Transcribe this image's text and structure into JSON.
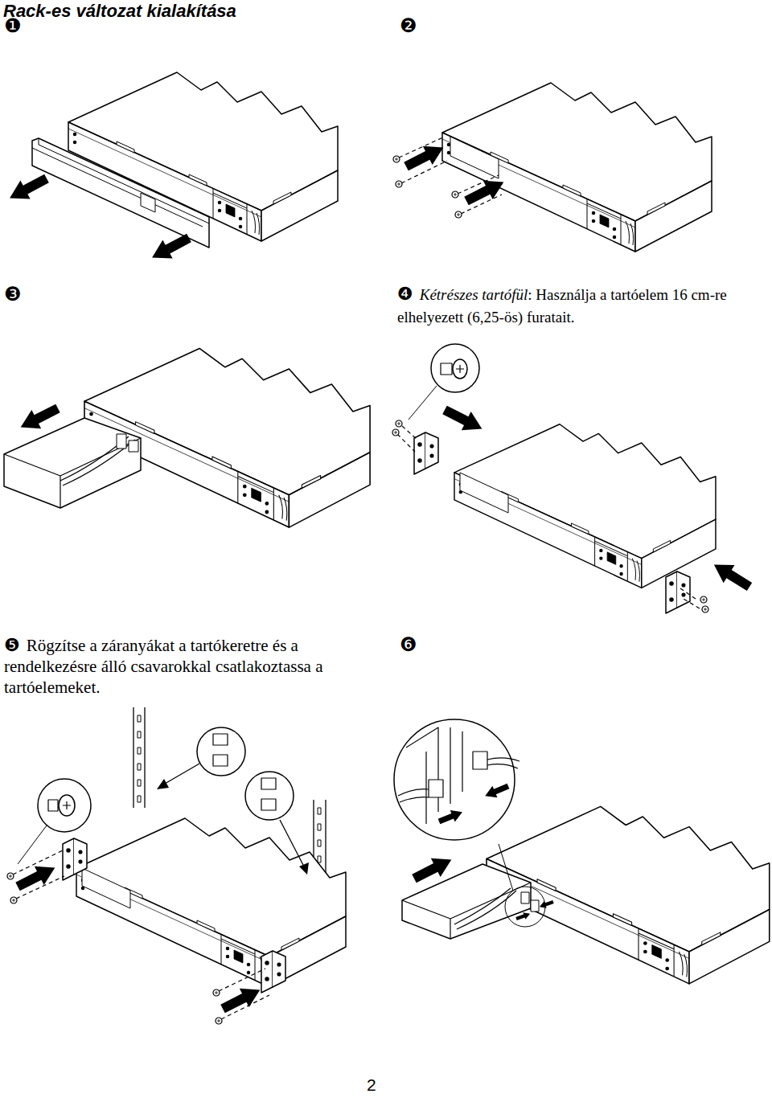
{
  "diagram": {
    "title": "Rack-es változat kialakítása",
    "labels": [
      "❶",
      "❷",
      "❸",
      "❹",
      "Kétrészes tartófül",
      ": Használja a tartóelem 16 cm-re elhelyezett (6,25-ös) furatait.",
      "❺",
      "Rögzítse a záranyákat a tartókeretre és a rendelkezésre álló csavarokkal csatlakoztassa a tartóelemeket.",
      "❻",
      "2"
    ]
  }
}
